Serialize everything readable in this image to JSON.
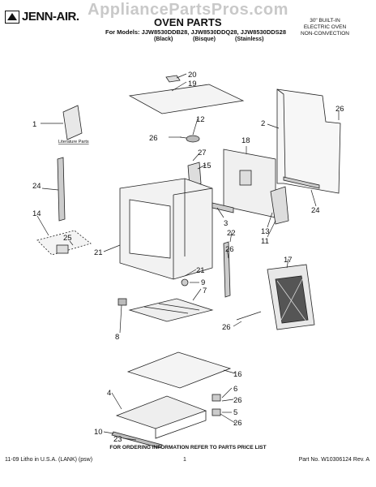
{
  "watermark": "AppliancePartsPros.com",
  "header": {
    "brand": "JENN-AIR.",
    "title": "OVEN PARTS",
    "models_line": "For Models: JJW8530DDB28, JJW8530DDQ28, JJW8530DDS28",
    "finishes": [
      "(Black)",
      "(Bisque)",
      "(Stainless)"
    ],
    "oven_type": [
      "30\" BUILT-IN",
      "ELECTRIC OVEN",
      "NON-CONVECTION"
    ]
  },
  "diagram": {
    "literature_label": "Literature Parts",
    "callouts": [
      "20",
      "19",
      "12",
      "26",
      "27",
      "15",
      "1",
      "2",
      "26",
      "18",
      "24",
      "3",
      "22",
      "13",
      "11",
      "24",
      "14",
      "25",
      "21",
      "26",
      "17",
      "21",
      "9",
      "7",
      "8",
      "26",
      "16",
      "4",
      "6",
      "26",
      "5",
      "26",
      "10",
      "23"
    ]
  },
  "footer": {
    "ordering_note": "FOR ORDERING INFORMATION REFER TO PARTS PRICE LIST",
    "litho": "11-09 Litho in U.S.A. (LANK) (psw)",
    "page": "1",
    "part_no": "Part No. W10306124 Rev. A"
  }
}
